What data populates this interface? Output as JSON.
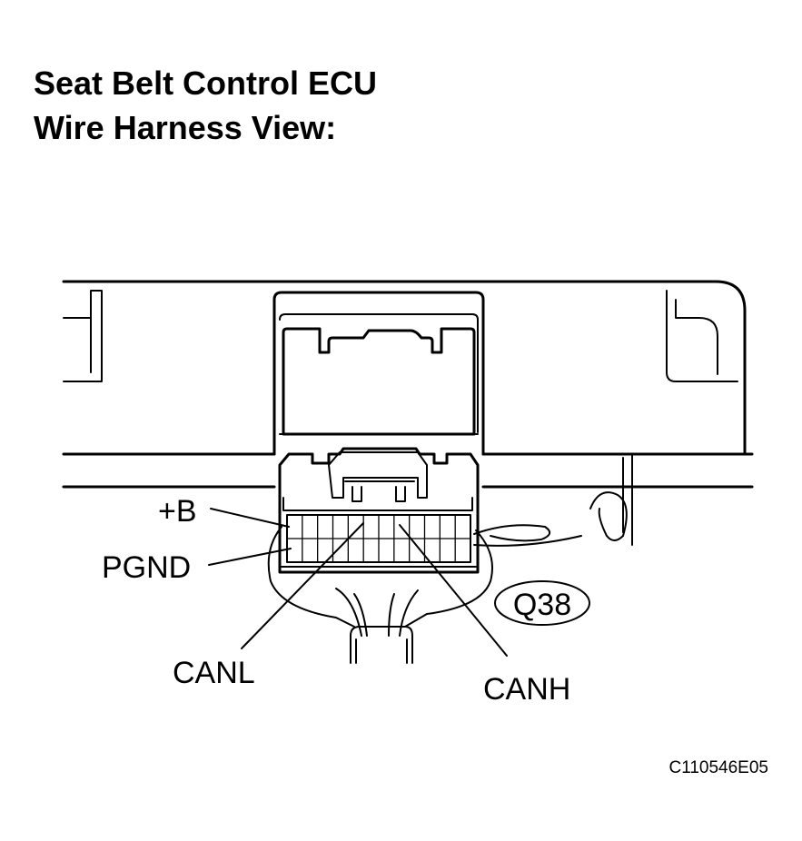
{
  "title": {
    "line1": "Seat Belt Control ECU",
    "line2": "Wire Harness View:"
  },
  "connector": {
    "code": "Q38",
    "pins": {
      "plus_b": "+B",
      "pgnd": "PGND",
      "canl": "CANL",
      "canh": "CANH"
    }
  },
  "figure_id": "C110546E05"
}
